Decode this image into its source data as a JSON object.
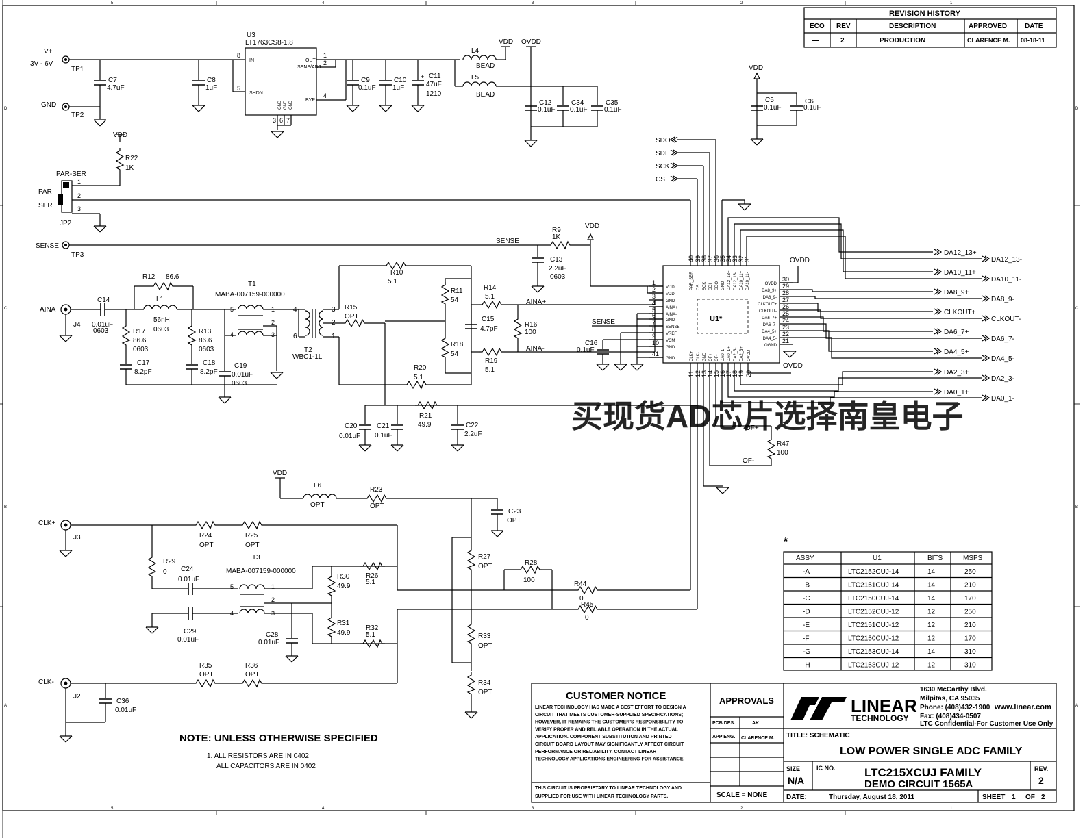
{
  "frame": {
    "col_markers": [
      "5",
      "4",
      "3",
      "2",
      "1"
    ],
    "row_markers": [
      "D",
      "C",
      "B",
      "A"
    ]
  },
  "revision_history": {
    "title": "REVISION HISTORY",
    "headers": [
      "ECO",
      "REV",
      "DESCRIPTION",
      "APPROVED",
      "DATE"
    ],
    "row": [
      "—",
      "2",
      "PRODUCTION",
      "CLARENCE M.",
      "08-18-11"
    ]
  },
  "power": {
    "vplus": "V+",
    "vrange": "3V - 6V",
    "tp1": "TP1",
    "gnd": "GND",
    "tp2": "TP2",
    "c7": "C7",
    "c7v": "4.7uF",
    "c8": "C8",
    "c8v": "1uF",
    "u3": "U3",
    "u3part": "LT1763CS8-1.8",
    "u3_in": "IN",
    "u3_shdn": "SHDN",
    "u3_out": "OUT",
    "u3_sense": "SENS/ADJ",
    "u3_byp": "BYP",
    "u3_gnd": "GND",
    "c9": "C9",
    "c9v": "0.1uF",
    "c10": "C10",
    "c10v": "1uF",
    "c11": "C11",
    "c11v": "47uF",
    "c11p": "1210",
    "l4": "L4",
    "l5": "L5",
    "bead": "BEAD",
    "vdd": "VDD",
    "ovdd": "OVDD",
    "c12": "C12",
    "c34": "C34",
    "c35": "C35",
    "cval": "0.1uF",
    "c5": "C5",
    "c6": "C6"
  },
  "jumper": {
    "r22": "R22",
    "r22v": "1K",
    "name": "PAR-SER",
    "par": "PAR",
    "ser": "SER",
    "jp2": "JP2",
    "p1": "1",
    "p2": "2",
    "p3": "3"
  },
  "serial": {
    "sdo": "SDO",
    "sdi": "SDI",
    "sck": "SCK",
    "cs": "CS"
  },
  "sense": {
    "label": "SENSE",
    "tp3": "TP3",
    "r9": "R9",
    "r9v": "1K",
    "c13": "C13",
    "c13v": "2.2uF",
    "c13p": "0603"
  },
  "analog_in": {
    "aina": "AINA",
    "j4": "J4",
    "c14": "C14",
    "c14v": "0.01uF",
    "c14p": "0603",
    "r12": "R12",
    "r12v": "86.6",
    "l1": "L1",
    "l1v": "56nH",
    "l1p": "0603",
    "r17": "R17",
    "r17v": "86.6",
    "r17p": "0603",
    "r13": "R13",
    "r13v": "86.6",
    "r13p": "0603",
    "c17": "C17",
    "c17v": "8.2pF",
    "c18": "C18",
    "c18v": "8.2pF",
    "c19": "C19",
    "c19v": "0.01uF",
    "c19p": "0603",
    "t1": "T1",
    "t1part": "MABA-007159-000000",
    "t2": "T2",
    "t2part": "WBC1-1L",
    "r10": "R10",
    "r10v": "5.1",
    "r15": "R15",
    "r15v": "OPT",
    "r11": "R11",
    "r11v": "54",
    "r18": "R18",
    "r18v": "54",
    "r14": "R14",
    "r14v": "5.1",
    "r19": "R19",
    "r19v": "5.1",
    "c15": "C15",
    "c15v": "4.7pF",
    "r16": "R16",
    "r16v": "100",
    "ainap": "AINA+",
    "ainan": "AINA-",
    "r20": "R20",
    "r20v": "5.1",
    "r21": "R21",
    "r21v": "49.9",
    "c20": "C20",
    "c20v": "0.01uF",
    "c21": "C21",
    "c21v": "0.1uF",
    "c22": "C22",
    "c22v": "2.2uF",
    "c16": "C16",
    "c16v": "0.1uF"
  },
  "u1": {
    "name": "U1*",
    "left_pins": [
      {
        "n": "1",
        "s": "VDD"
      },
      {
        "n": "2",
        "s": "VDD"
      },
      {
        "n": "3",
        "s": "GND"
      },
      {
        "n": "4",
        "s": "AINA+"
      },
      {
        "n": "5",
        "s": "AINA-"
      },
      {
        "n": "6",
        "s": "GND"
      },
      {
        "n": "7",
        "s": "SENSE"
      },
      {
        "n": "8",
        "s": "VREF"
      },
      {
        "n": "9",
        "s": "VCM"
      },
      {
        "n": "10",
        "s": "GND"
      },
      {
        "n": "41",
        "s": "GND"
      }
    ],
    "right_pins": [
      {
        "n": "30",
        "s": "OVDD"
      },
      {
        "n": "29",
        "s": "DA8_9+"
      },
      {
        "n": "28",
        "s": "DA8_9-"
      },
      {
        "n": "27",
        "s": "CLKOUT+"
      },
      {
        "n": "26",
        "s": "CLKOUT-"
      },
      {
        "n": "25",
        "s": "DA6_7+"
      },
      {
        "n": "24",
        "s": "DA6_7-"
      },
      {
        "n": "23",
        "s": "DA4_5+"
      },
      {
        "n": "22",
        "s": "DA4_5-"
      },
      {
        "n": "21",
        "s": "OGND"
      }
    ],
    "top_pins": [
      {
        "n": "40",
        "s": "PAR_SER"
      },
      {
        "n": "39",
        "s": "CS"
      },
      {
        "n": "38",
        "s": "SCK"
      },
      {
        "n": "37",
        "s": "SDI"
      },
      {
        "n": "36",
        "s": "SDO"
      },
      {
        "n": "35",
        "s": "GND"
      },
      {
        "n": "34",
        "s": "DA12_13+"
      },
      {
        "n": "33",
        "s": "DA12_13-"
      },
      {
        "n": "32",
        "s": "DA10_11+"
      },
      {
        "n": "31",
        "s": "DA10_11-"
      }
    ],
    "bottom_pins": [
      {
        "n": "11",
        "s": "CLK+"
      },
      {
        "n": "12",
        "s": "CLK-"
      },
      {
        "n": "13",
        "s": "GND"
      },
      {
        "n": "14",
        "s": "OF+"
      },
      {
        "n": "15",
        "s": "OF-"
      },
      {
        "n": "16",
        "s": "DA0_1-"
      },
      {
        "n": "17",
        "s": "DA0_1+"
      },
      {
        "n": "18",
        "s": "DA2_3-"
      },
      {
        "n": "19",
        "s": "DA2_3+"
      },
      {
        "n": "20",
        "s": "OVDD"
      }
    ]
  },
  "outputs": {
    "ovdd": "OVDD",
    "ovdd2": "OVDD",
    "list": [
      {
        "a": "DA12_13+",
        "b": "DA12_13-"
      },
      {
        "a": "DA10_11+",
        "b": "DA10_11-"
      },
      {
        "a": "DA8_9+",
        "b": "DA8_9-"
      },
      {
        "a": "CLKOUT+",
        "b": "CLKOUT-"
      },
      {
        "a": "DA6_7+",
        "b": "DA6_7-"
      },
      {
        "a": "DA4_5+",
        "b": "DA4_5-"
      },
      {
        "a": "DA2_3+",
        "b": "DA2_3-"
      },
      {
        "a": "DA0_1+",
        "b": "DA0_1-"
      }
    ],
    "ofp": "OF+",
    "ofn": "OF-",
    "r47": "R47",
    "r47v": "100"
  },
  "clock": {
    "vdd": "VDD",
    "l6": "L6",
    "l6v": "OPT",
    "r23": "R23",
    "r23v": "OPT",
    "c23": "C23",
    "c23v": "OPT",
    "clkp": "CLK+",
    "j3": "J3",
    "r24": "R24",
    "r24v": "OPT",
    "r25": "R25",
    "r25v": "OPT",
    "r29": "R29",
    "r29v": "0",
    "c24": "C24",
    "c24v": "0.01uF",
    "t3": "T3",
    "t3part": "MABA-007159-000000",
    "r30": "R30",
    "r30v": "49.9",
    "r26": "R26",
    "r26v": "5.1",
    "r27": "R27",
    "r27v": "OPT",
    "r28": "R28",
    "r28v": "100",
    "r44": "R44",
    "r44v": "0",
    "r45": "R45",
    "r45v": "0",
    "c29": "C29",
    "c29v": "0.01uF",
    "c28": "C28",
    "c28v": "0.01uF",
    "r31": "R31",
    "r31v": "49.9",
    "r32": "R32",
    "r32v": "5.1",
    "r33": "R33",
    "r33v": "OPT",
    "r35": "R35",
    "r35v": "OPT",
    "r36": "R36",
    "r36v": "OPT",
    "clkn": "CLK-",
    "j2": "J2",
    "c36": "C36",
    "c36v": "0.01uF",
    "r34": "R34",
    "r34v": "OPT"
  },
  "note": {
    "title": "NOTE: UNLESS OTHERWISE SPECIFIED",
    "line1": "1.  ALL RESISTORS ARE IN 0402",
    "line2": "ALL CAPACITORS ARE IN  0402"
  },
  "assy_table": {
    "star": "*",
    "headers": [
      "ASSY",
      "U1",
      "BITS",
      "MSPS"
    ],
    "rows": [
      [
        "-A",
        "LTC2152CUJ-14",
        "14",
        "250"
      ],
      [
        "-B",
        "LTC2151CUJ-14",
        "14",
        "210"
      ],
      [
        "-C",
        "LTC2150CUJ-14",
        "14",
        "170"
      ],
      [
        "-D",
        "LTC2152CUJ-12",
        "12",
        "250"
      ],
      [
        "-E",
        "LTC2151CUJ-12",
        "12",
        "210"
      ],
      [
        "-F",
        "LTC2150CUJ-12",
        "12",
        "170"
      ],
      [
        "-G",
        "LTC2153CUJ-14",
        "14",
        "310"
      ],
      [
        "-H",
        "LTC2153CUJ-12",
        "12",
        "310"
      ]
    ]
  },
  "title_block": {
    "notice_title": "CUSTOMER NOTICE",
    "notice_lines": [
      "LINEAR TECHNOLOGY HAS MADE A BEST EFFORT TO DESIGN A",
      "CIRCUIT THAT MEETS CUSTOMER-SUPPLIED SPECIFICATIONS;",
      "HOWEVER, IT REMAINS THE CUSTOMER'S RESPONSIBILITY TO",
      "VERIFY PROPER AND RELIABLE OPERATION IN THE ACTUAL",
      "APPLICATION.  COMPONENT SUBSTITUTION AND PRINTED",
      "CIRCUIT BOARD LAYOUT MAY SIGNIFICANTLY AFFECT CIRCUIT",
      "PERFORMANCE OR RELIABILITY.  CONTACT LINEAR",
      "TECHNOLOGY APPLICATIONS ENGINEERING FOR ASSISTANCE."
    ],
    "prop_line1": "THIS CIRCUIT IS PROPRIETARY TO LINEAR TECHNOLOGY AND",
    "prop_line2": "SUPPLIED FOR USE WITH LINEAR TECHNOLOGY PARTS.",
    "approvals": "APPROVALS",
    "pcb_des": "PCB DES.",
    "pcb_des_v": "AK",
    "app_eng": "APP ENG.",
    "app_eng_v": "CLARENCE M.",
    "scale": "SCALE = NONE",
    "logo_text": "LINEAR",
    "logo_sub": "TECHNOLOGY",
    "addr1": "1630 McCarthy Blvd.",
    "addr2": "Milpitas, CA 95035",
    "phone": "Phone: (408)432-1900",
    "web": "www.linear.com",
    "fax": "Fax: (408)434-0507",
    "conf": "LTC Confidential-For Customer Use Only",
    "title_lbl": "TITLE: SCHEMATIC",
    "title1": "LOW POWER SINGLE ADC FAMILY",
    "size_lbl": "SIZE",
    "size_v": "N/A",
    "icno_lbl": "IC NO.",
    "title2": "LTC215XCUJ FAMILY",
    "title3": "DEMO CIRCUIT 1565A",
    "rev_lbl": "REV.",
    "rev_v": "2",
    "date_lbl": "DATE:",
    "date_v": "Thursday, August 18, 2011",
    "sheet_lbl": "SHEET",
    "sheet_v": "1",
    "of_lbl": "OF",
    "of_v": "2"
  },
  "watermark": "买现货AD芯片选择南皇电子"
}
